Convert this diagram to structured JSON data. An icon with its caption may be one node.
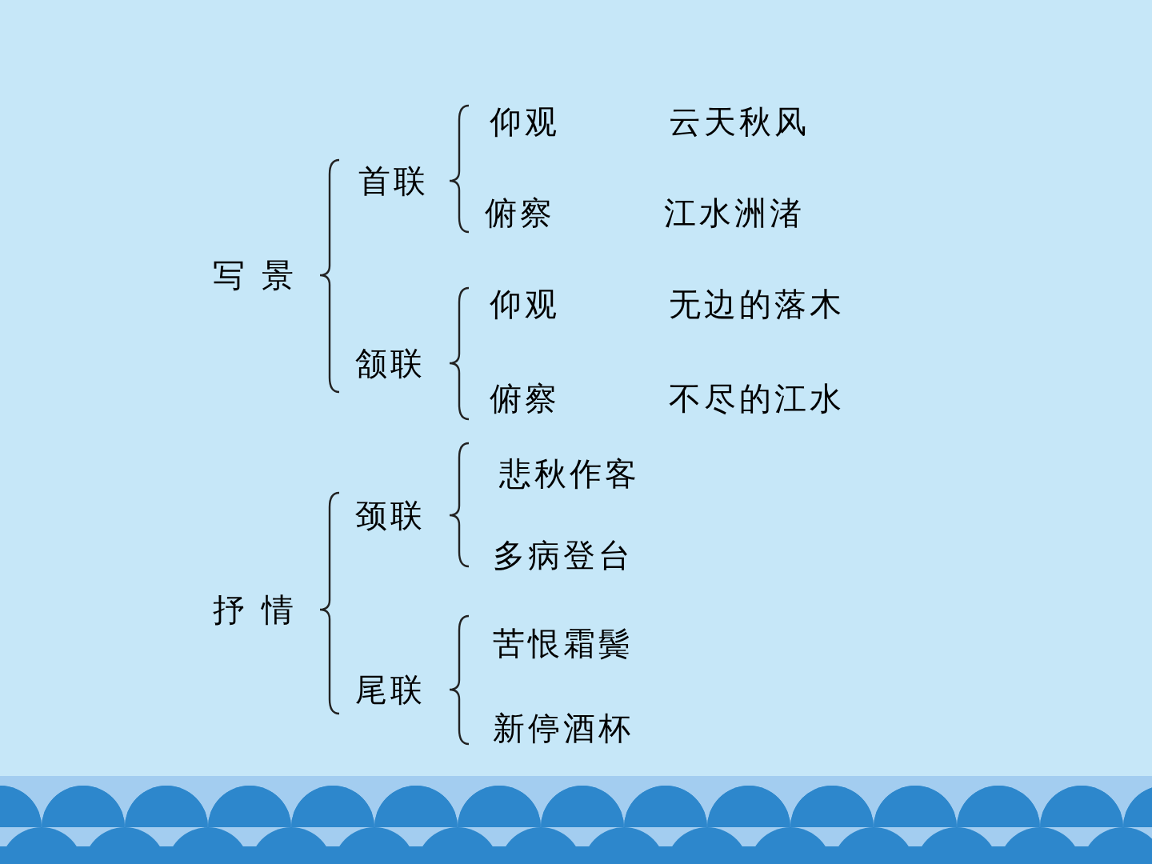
{
  "diagram": {
    "labels": [
      "仰观",
      "云天秋风",
      "首联",
      "俯察",
      "江水洲渚",
      "写 景",
      "仰观",
      "无边的落木",
      "颔联",
      "俯察",
      "不尽的江水",
      "悲秋作客",
      "颈联",
      "多病登台",
      "抒 情",
      "苦恨霜鬓",
      "尾联",
      "新停酒杯"
    ]
  }
}
